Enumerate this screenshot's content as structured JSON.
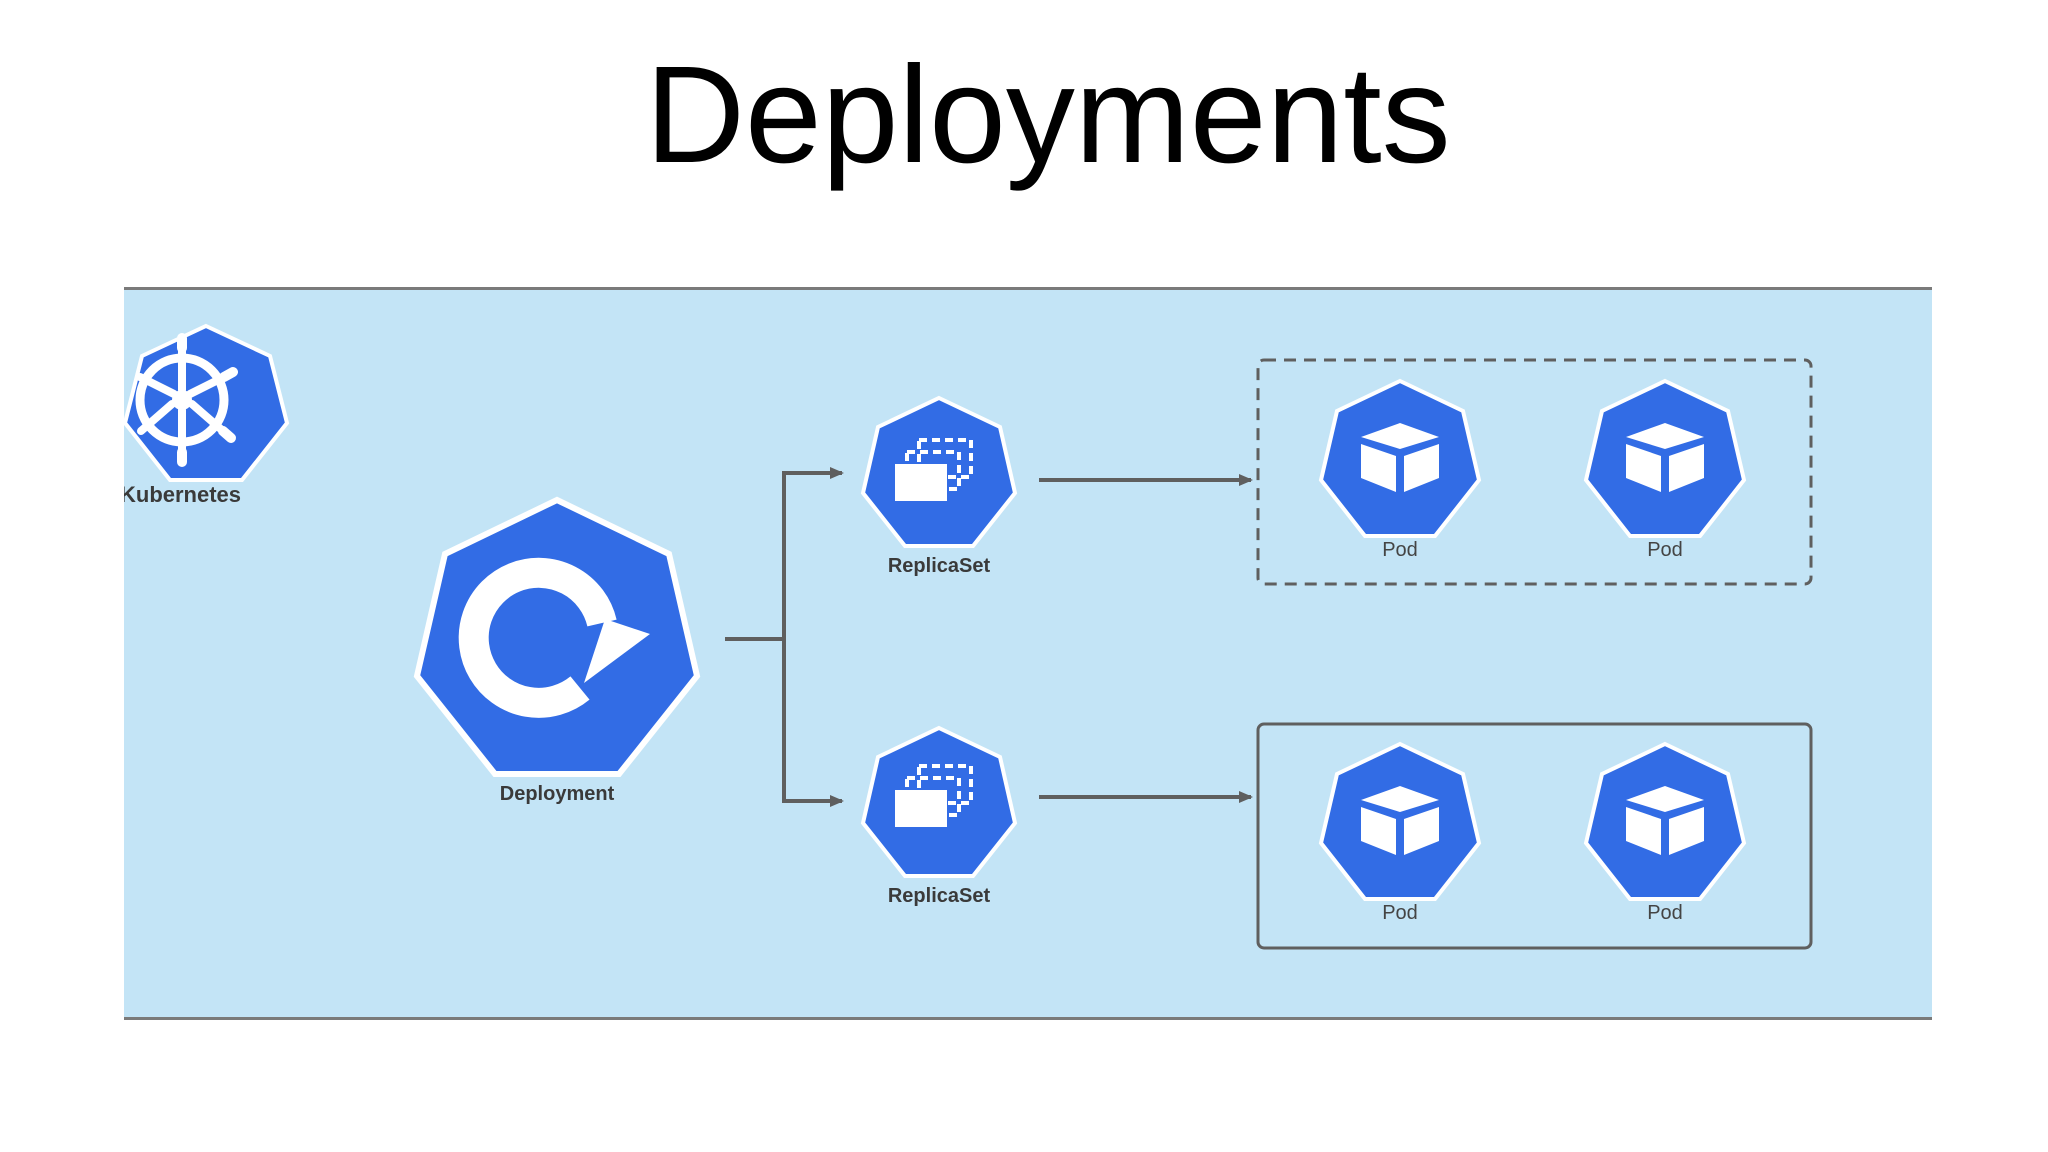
{
  "slide": {
    "title": "Deployments"
  },
  "diagram": {
    "logo_label": "Kubernetes",
    "deployment_label": "Deployment",
    "replicasets": [
      {
        "label": "ReplicaSet",
        "group_style": "dashed",
        "pods": [
          "Pod",
          "Pod"
        ]
      },
      {
        "label": "ReplicaSet",
        "group_style": "solid",
        "pods": [
          "Pod",
          "Pod"
        ]
      }
    ],
    "colors": {
      "panel_background": "#c3e4f6",
      "node_blue": "#326ce5",
      "connector": "#5f5f5f"
    },
    "icons": {
      "logo": "kubernetes-helm-icon",
      "deployment": "rolling-update-icon",
      "replicaset": "stacked-boxes-icon",
      "pod": "cube-icon"
    }
  }
}
